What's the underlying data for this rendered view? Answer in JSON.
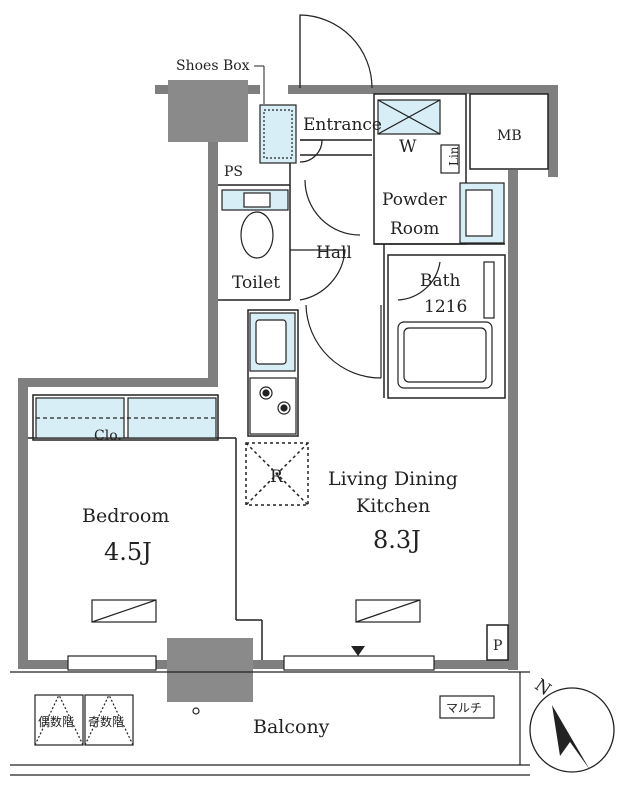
{
  "colors": {
    "wall": "#7f7f7f",
    "wall_dark": "#8a8a8a",
    "fixture_fill": "#d8eef7",
    "line": "#222222"
  },
  "labels": {
    "shoes_box": "Shoes Box",
    "entrance": "Entrance",
    "ps": "PS",
    "mb": "MB",
    "w": "W",
    "lin": "Lin",
    "powder_room_1": "Powder",
    "powder_room_2": "Room",
    "toilet": "Toilet",
    "hall": "Hall",
    "bath_1": "Bath",
    "bath_2": "1216",
    "clo": "Clo.",
    "refrigerator": "R",
    "ldk_1": "Living Dining",
    "ldk_2": "Kitchen",
    "ldk_size": "8.3J",
    "bedroom": "Bedroom",
    "bedroom_size": "4.5J",
    "p": "P",
    "balcony": "Balcony",
    "multi": "マルチ",
    "ladder_even": "偶数階",
    "ladder_odd": "奇数階",
    "north": "N"
  },
  "icons": {
    "compass": "north-arrow-icon",
    "stove": "stove-burner-icon",
    "marker": "triangle-marker-icon"
  }
}
